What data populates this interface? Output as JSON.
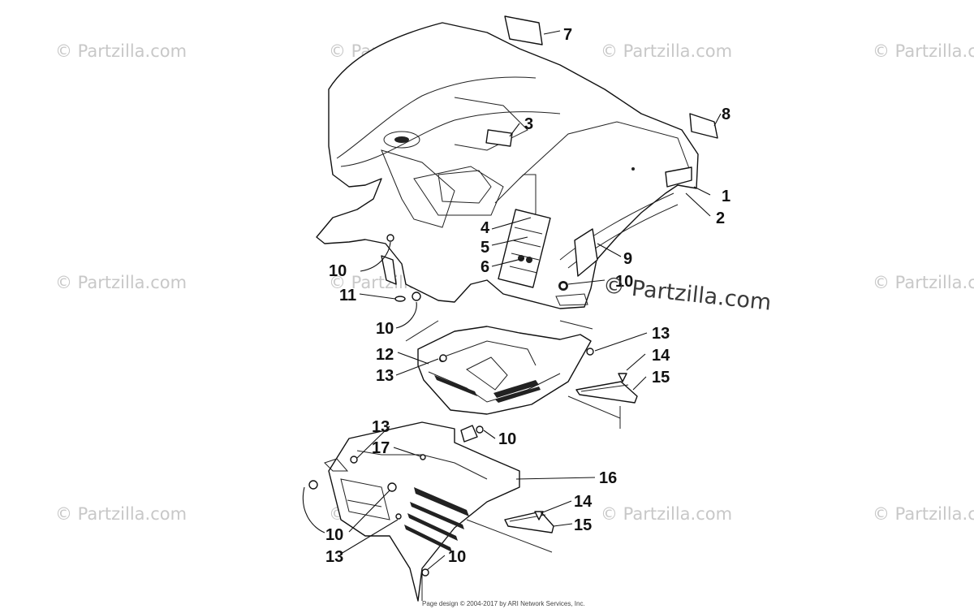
{
  "watermark": {
    "text": "© Partzilla.com",
    "prominent_text": "© Partzilla.com"
  },
  "callouts": {
    "c1": "1",
    "c2": "2",
    "c3": "3",
    "c4": "4",
    "c5": "5",
    "c6": "6",
    "c7": "7",
    "c8": "8",
    "c9": "9",
    "c10a": "10",
    "c10b": "10",
    "c10c": "10",
    "c10d": "10",
    "c10e": "10",
    "c10f": "10",
    "c11": "11",
    "c12": "12",
    "c13a": "13",
    "c13b": "13",
    "c13c": "13",
    "c13d": "13",
    "c14a": "14",
    "c14b": "14",
    "c15a": "15",
    "c15b": "15",
    "c16": "16",
    "c17": "17"
  },
  "footer": {
    "text": "Page design © 2004-2017 by ARI Network Services, Inc."
  }
}
